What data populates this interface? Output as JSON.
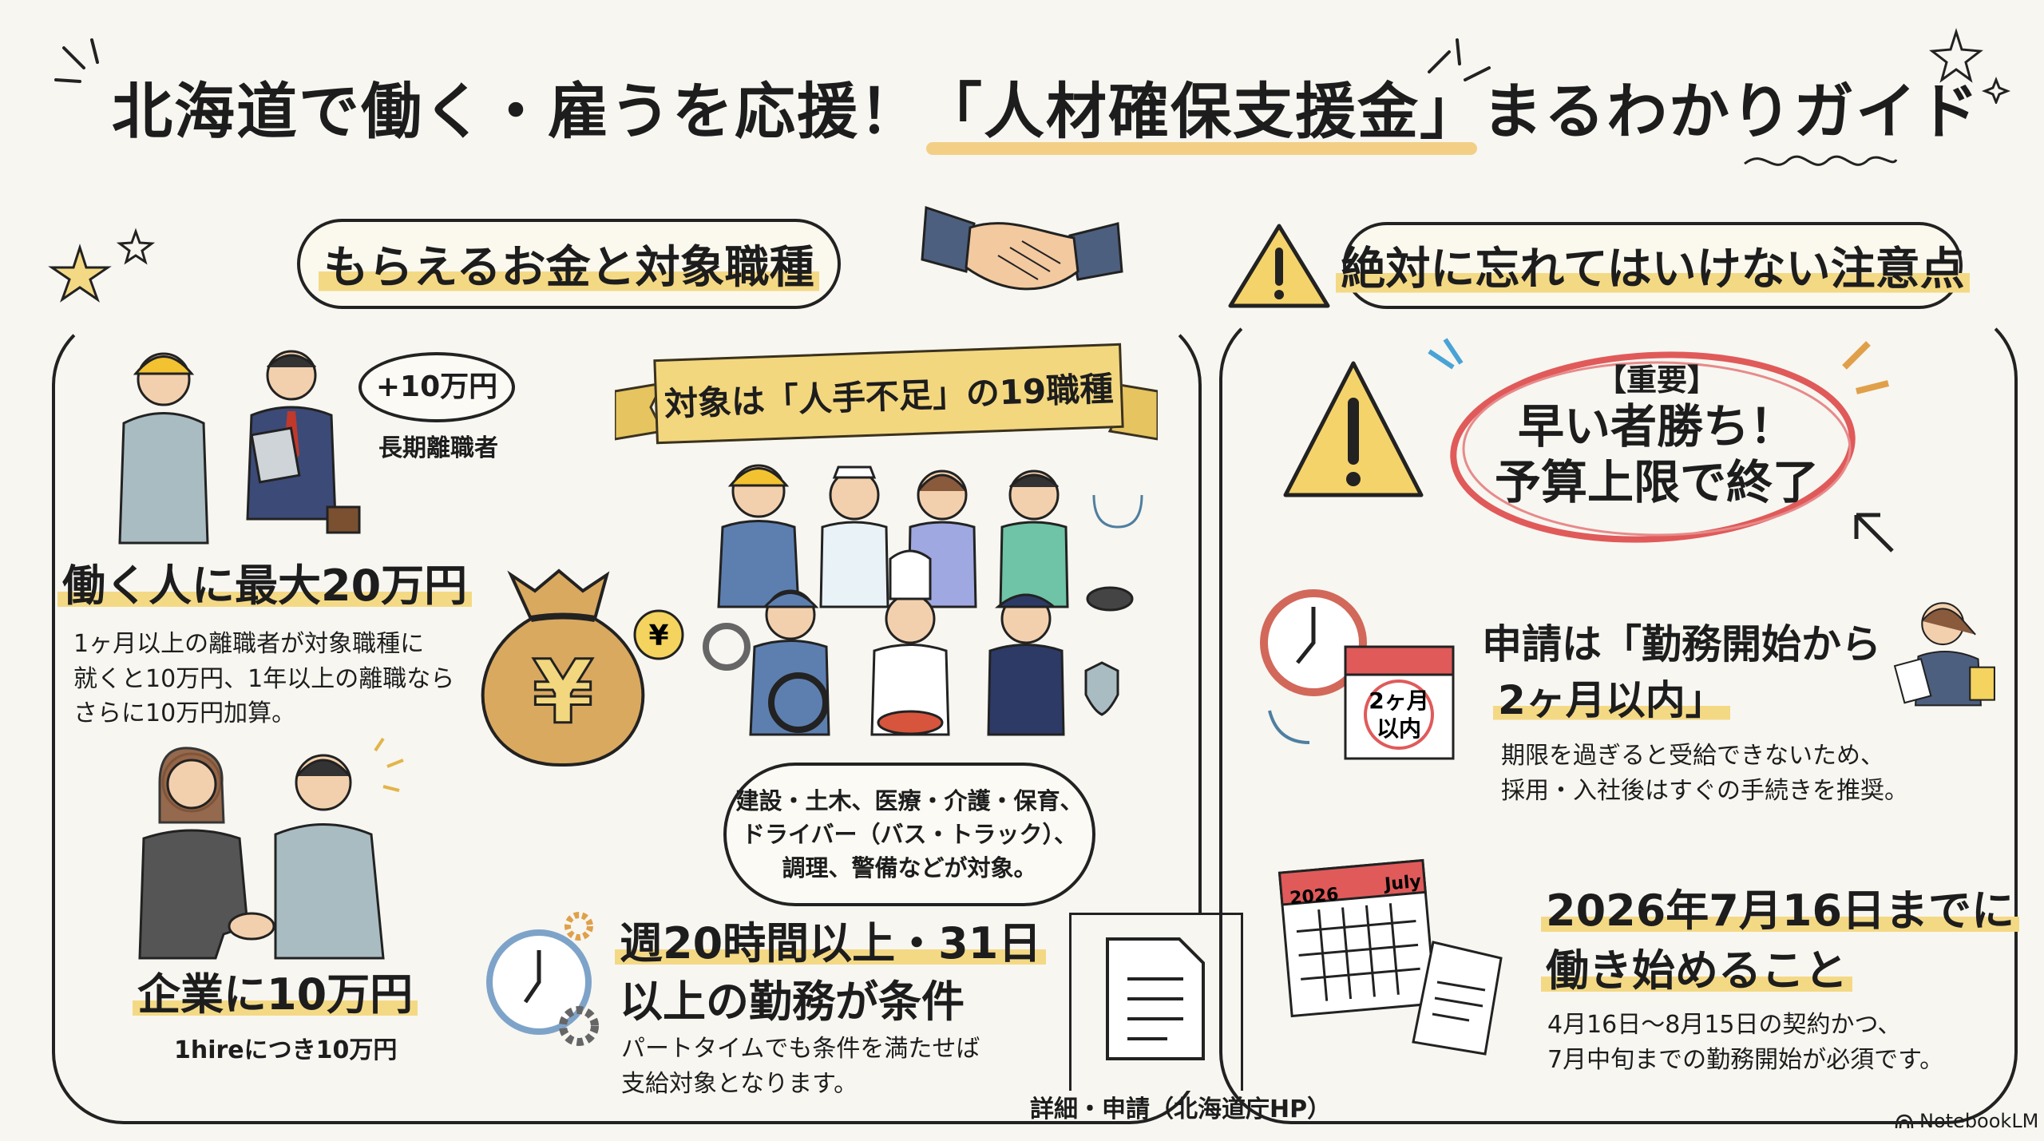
{
  "title": "北海道で働く・雇うを応援！「人材確保支援金」まるわかりガイド",
  "colors": {
    "background": "#f7f6f1",
    "highlight": "#f4d985",
    "alert_red": "#e05a5a",
    "warning_yellow": "#f5d36b",
    "ink": "#1d1d1d"
  },
  "left_section": {
    "heading": "もらえるお金と対象職種",
    "worker": {
      "badge": "+10万円",
      "badge_caption": "長期離職者",
      "heading": "働く人に最大20万円",
      "desc": [
        "1ヶ月以上の離職者が対象職種に",
        "就くと10万円、1年以上の離職なら",
        "さらに10万円加算。"
      ]
    },
    "money_icon": "¥",
    "banner": "対象は「人手不足」の19職種",
    "occupations": [
      "建設・土木、医療・介護・保育、",
      "ドライバー（バス・トラック）、",
      "調理、警備などが対象。"
    ],
    "employer": {
      "heading": "企業に10万円",
      "caption": "1hireにつき10万円"
    },
    "condition": {
      "heading": [
        "週20時間以上・31日",
        "以上の勤務が条件"
      ],
      "desc": [
        "パートタイムでも条件を満たせば",
        "支給対象となります。"
      ]
    }
  },
  "link": {
    "label": "詳細・申請（北海道庁HP）",
    "icon": "document-icon"
  },
  "right_section": {
    "heading": "絶対に忘れてはいけない注意点",
    "important": {
      "label": "【重要】",
      "lines": [
        "早い者勝ち！",
        "予算上限で終了"
      ]
    },
    "deadline": {
      "calendar_text": [
        "2ヶ月",
        "以内"
      ],
      "heading": [
        "申請は「勤務開始から",
        "2ヶ月以内」"
      ],
      "desc": [
        "期限を過ぎると受給できないため、",
        "採用・入社後はすぐの手続きを推奨。"
      ]
    },
    "start_date": {
      "calendar_year": "2026",
      "calendar_month": "July",
      "heading": [
        "2026年7月16日までに",
        "働き始めること"
      ],
      "desc": [
        "4月16日～8月15日の契約かつ、",
        "7月中旬までの勤務開始が必須です。"
      ]
    }
  },
  "footer": {
    "brand": "NotebookLM"
  }
}
